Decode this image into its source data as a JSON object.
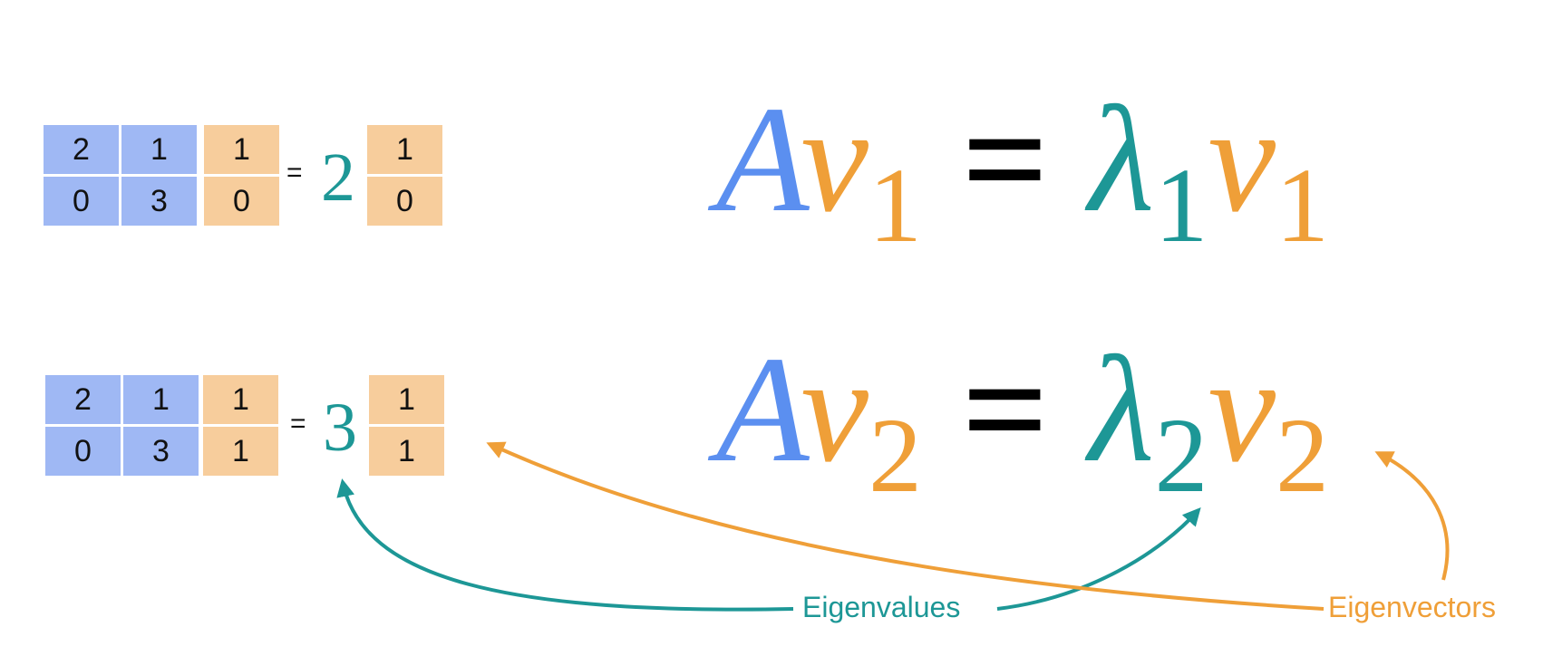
{
  "row1": {
    "matrix": [
      "2",
      "1",
      "0",
      "3"
    ],
    "vector": [
      "1",
      "0"
    ],
    "equals": "=",
    "scalar": "2",
    "result": [
      "1",
      "0"
    ]
  },
  "row2": {
    "matrix": [
      "2",
      "1",
      "0",
      "3"
    ],
    "vector": [
      "1",
      "1"
    ],
    "equals": "=",
    "scalar": "3",
    "result": [
      "1",
      "1"
    ]
  },
  "formula1": {
    "A": "A",
    "v": "v",
    "v_sub": "1",
    "eq": "=",
    "lambda": "λ",
    "lambda_sub": "1",
    "v2": "v",
    "v2_sub": "1"
  },
  "formula2": {
    "A": "A",
    "v": "v",
    "v_sub": "2",
    "eq": "=",
    "lambda": "λ",
    "lambda_sub": "2",
    "v2": "v",
    "v2_sub": "2"
  },
  "labels": {
    "eigenvalues": "Eigenvalues",
    "eigenvectors": "Eigenvectors"
  },
  "colors": {
    "matrix": "#9fb8f4",
    "vector": "#f7cd9c",
    "eigenvalue": "#1d9796",
    "eigenvector": "#ef9f38",
    "matrix_letter": "#5b8ff0"
  }
}
